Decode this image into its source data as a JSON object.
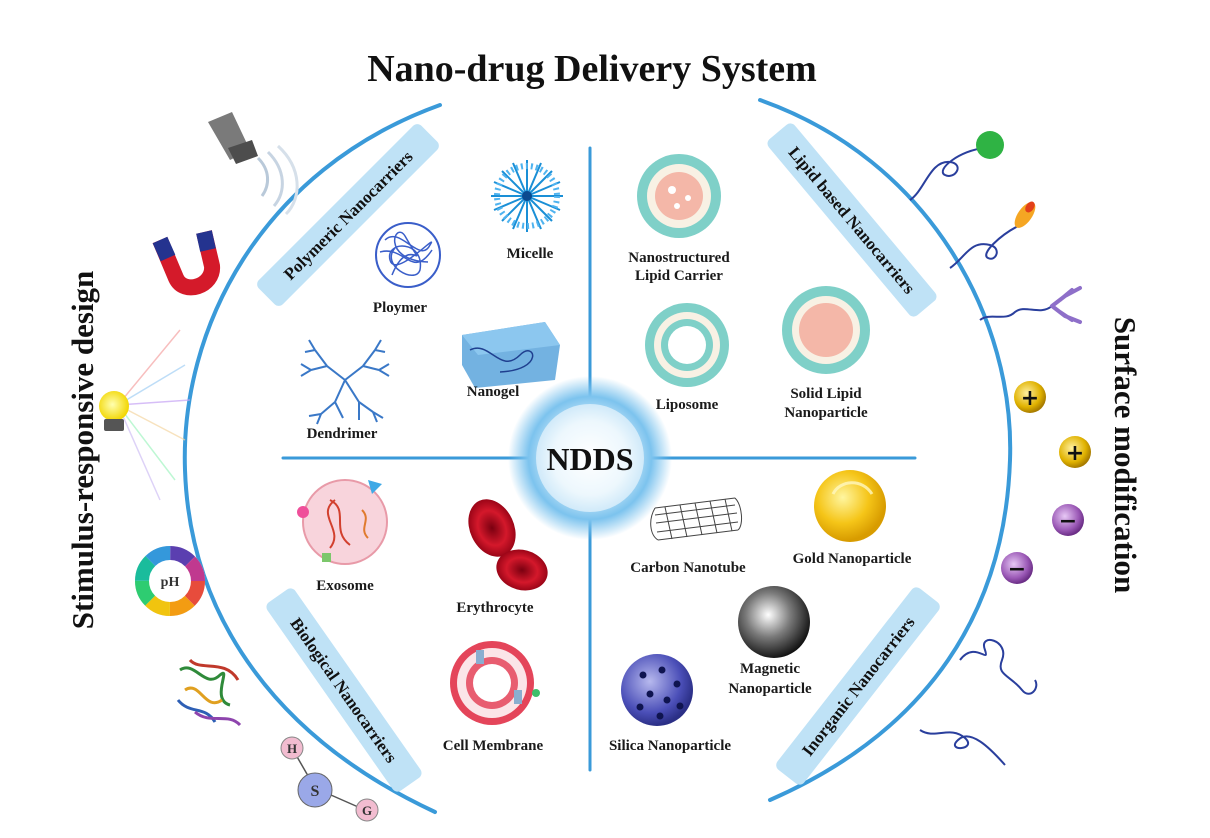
{
  "title": "Nano-drug Delivery System",
  "center": "NDDS",
  "left_label": "Stimulus-responsive design",
  "right_label": "Surface modification",
  "banners": {
    "polymeric": "Polymeric Nanocarriers",
    "lipid": "Lipid based Nanocarriers",
    "biological": "Biological Nanocarriers",
    "inorganic": "Inorganic Nanocarriers"
  },
  "items": {
    "micelle": "Micelle",
    "polymer": "Ploymer",
    "nanogel": "Nanogel",
    "dendrimer": "Dendrimer",
    "nlc_line1": "Nanostructured",
    "nlc_line2": "Lipid Carrier",
    "liposome": "Liposome",
    "sln_line1": "Solid Lipid",
    "sln_line2": "Nanoparticle",
    "exosome": "Exosome",
    "erythrocyte": "Erythrocyte",
    "cell_membrane": "Cell Membrane",
    "carbon_nanotube": "Carbon Nanotube",
    "gold": "Gold Nanoparticle",
    "magnetic_line1": "Magnetic",
    "magnetic_line2": "Nanoparticle",
    "silica": "Silica Nanoparticle"
  },
  "stimulus_icons": {
    "ph_label": "pH",
    "disulfide_atoms": [
      "H",
      "S",
      "G"
    ]
  },
  "surface_charges": [
    "+",
    "+",
    "−",
    "−"
  ],
  "colors": {
    "ring": "#3a9ad9",
    "banner": "#bfe2f6",
    "positive": "#e0b200",
    "negative": "#9b59b6",
    "gold": "#f5c518",
    "liposome_head": "#7fd0c8"
  }
}
